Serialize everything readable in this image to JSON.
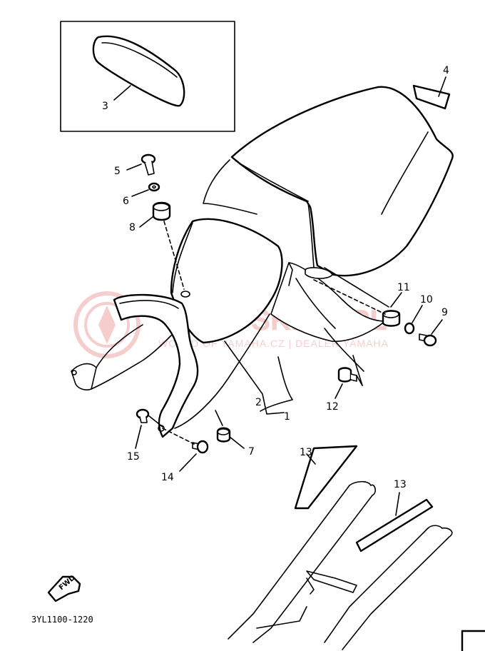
{
  "diagram": {
    "code": "3YL1100-1220",
    "fwd_badge": "FWD",
    "watermark": {
      "title": "YAMA-SKLEP.PL",
      "subtitle": "WORLD OF YAMAHA.CZ | DEALER YAMAHA",
      "color": "#e05050"
    },
    "callouts": [
      "1",
      "2",
      "3",
      "4",
      "5",
      "6",
      "7",
      "8",
      "9",
      "10",
      "11",
      "12",
      "13",
      "13",
      "14",
      "15"
    ]
  }
}
